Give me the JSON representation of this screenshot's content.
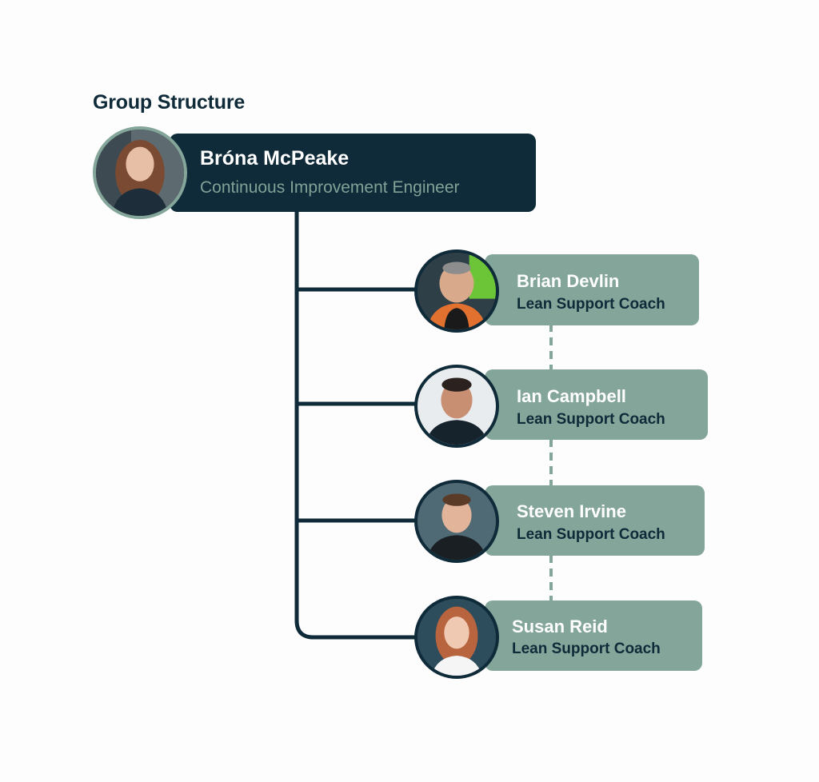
{
  "heading": "Group Structure",
  "leader": {
    "name": "Bróna McPeake",
    "role": "Continuous Improvement Engineer"
  },
  "members": [
    {
      "name": "Brian Devlin",
      "role": "Lean Support Coach"
    },
    {
      "name": "Ian Campbell",
      "role": "Lean Support Coach"
    },
    {
      "name": "Steven Irvine",
      "role": "Lean Support Coach"
    },
    {
      "name": "Susan Reid",
      "role": "Lean Support Coach"
    }
  ],
  "colors": {
    "dark": "#0f2a38",
    "sage": "#84a599",
    "leader_role_text": "#7fa297",
    "background": "#fdfdfd"
  }
}
